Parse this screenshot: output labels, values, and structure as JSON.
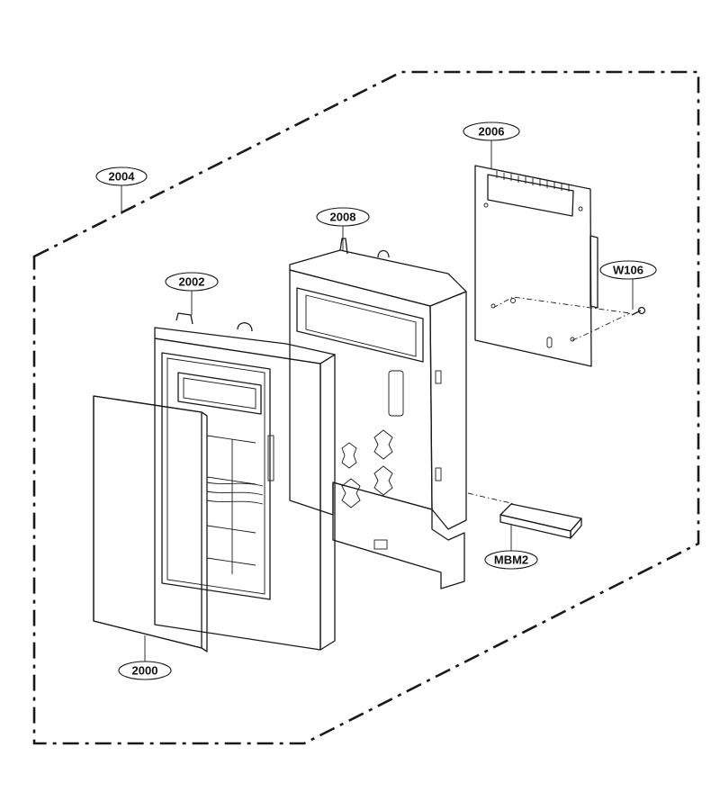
{
  "callouts": {
    "c2004": "2004",
    "c2006": "2006",
    "c2008": "2008",
    "c2002": "2002",
    "cW106": "W106",
    "cMBM2": "MBM2",
    "c2000": "2000"
  },
  "colors": {
    "line": "#1a1a1a",
    "background": "#ffffff"
  }
}
